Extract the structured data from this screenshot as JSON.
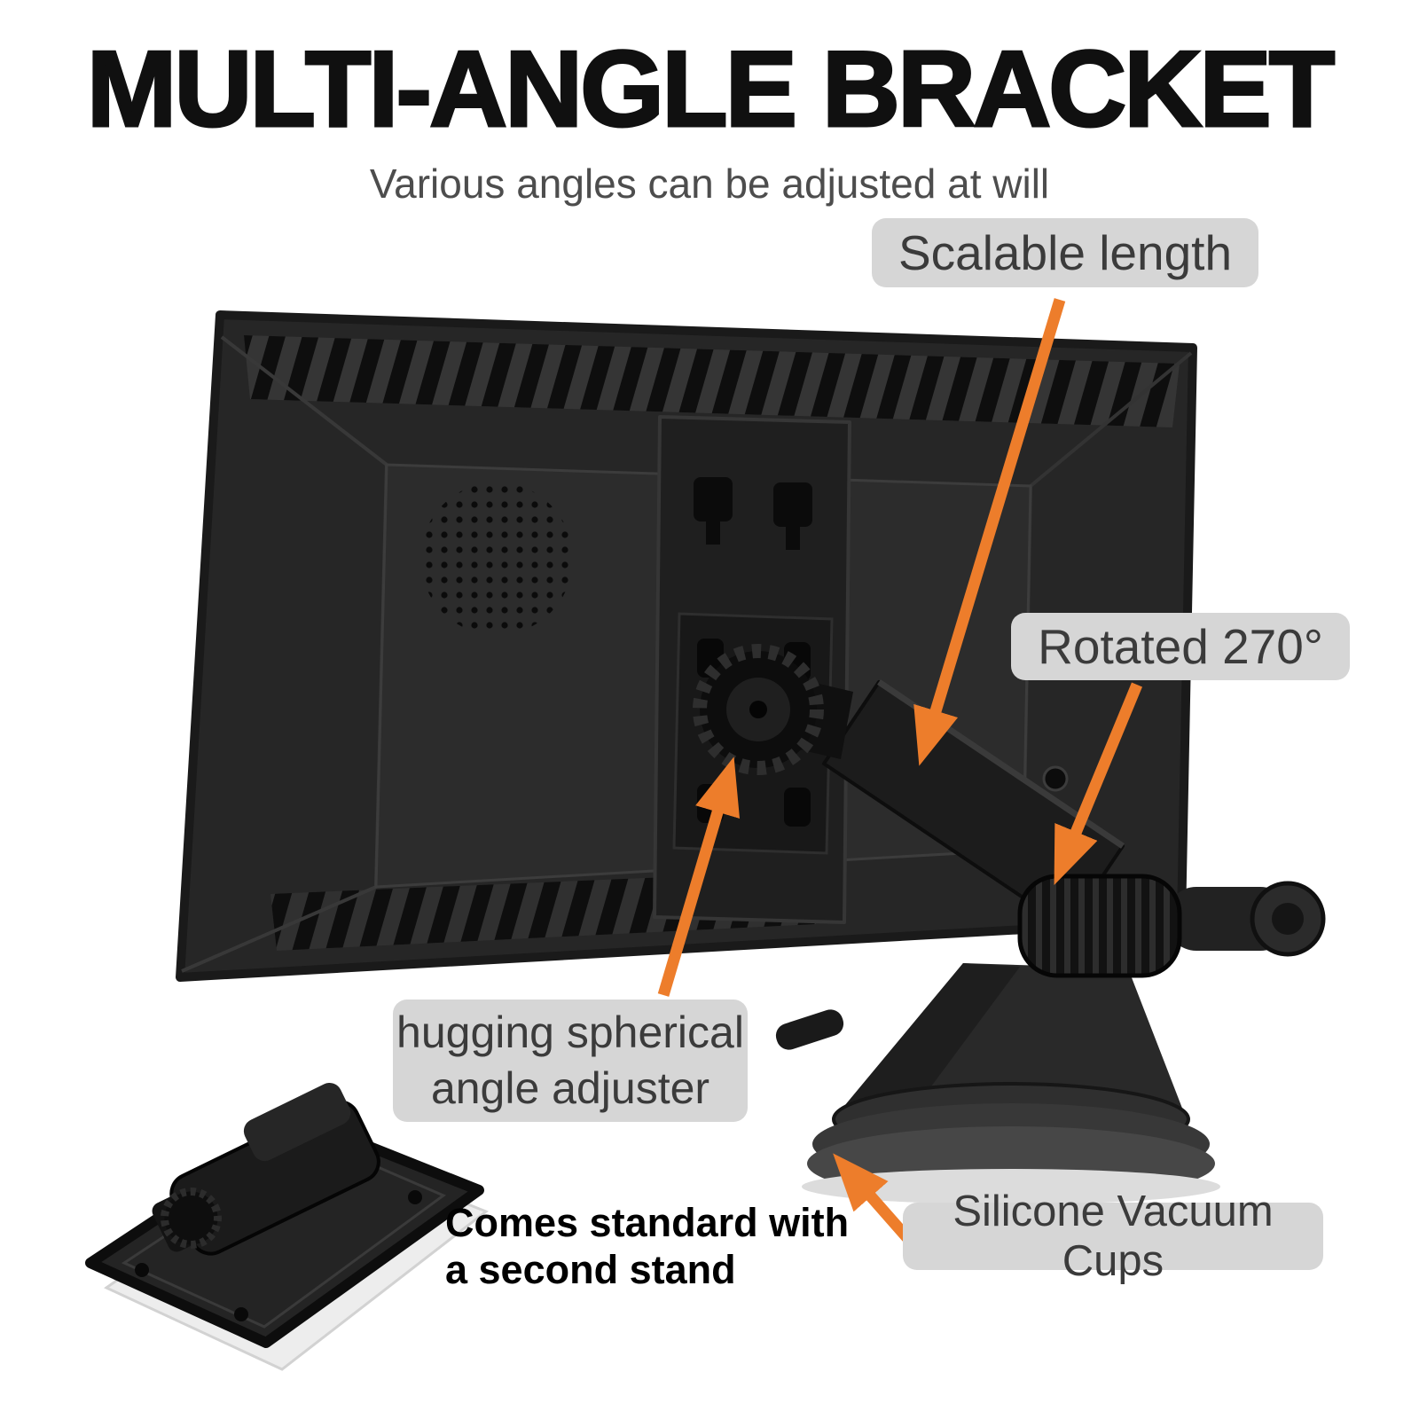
{
  "title": "MULTI-ANGLE BRACKET",
  "subtitle": "Various angles can be adjusted at will",
  "callouts": {
    "scalable_length": "Scalable length",
    "rotated": "Rotated 270°",
    "hugging_line1": "hugging spherical",
    "hugging_line2": "angle adjuster",
    "silicone": "Silicone Vacuum Cups"
  },
  "caption": {
    "line1": "Comes standard with",
    "line2": "a second stand"
  },
  "colors": {
    "background": "#FFFFFF",
    "arrow_accent": "#ED7D2B",
    "callout_bg": "#D6D6D6",
    "callout_text": "#3B3B3B",
    "title_text": "#101010",
    "product_black": "#262626"
  },
  "icons": {
    "arrows": [
      "scalable-length-arrow",
      "rotated-270-arrow",
      "angle-adjuster-arrow",
      "vacuum-cups-arrow"
    ]
  }
}
